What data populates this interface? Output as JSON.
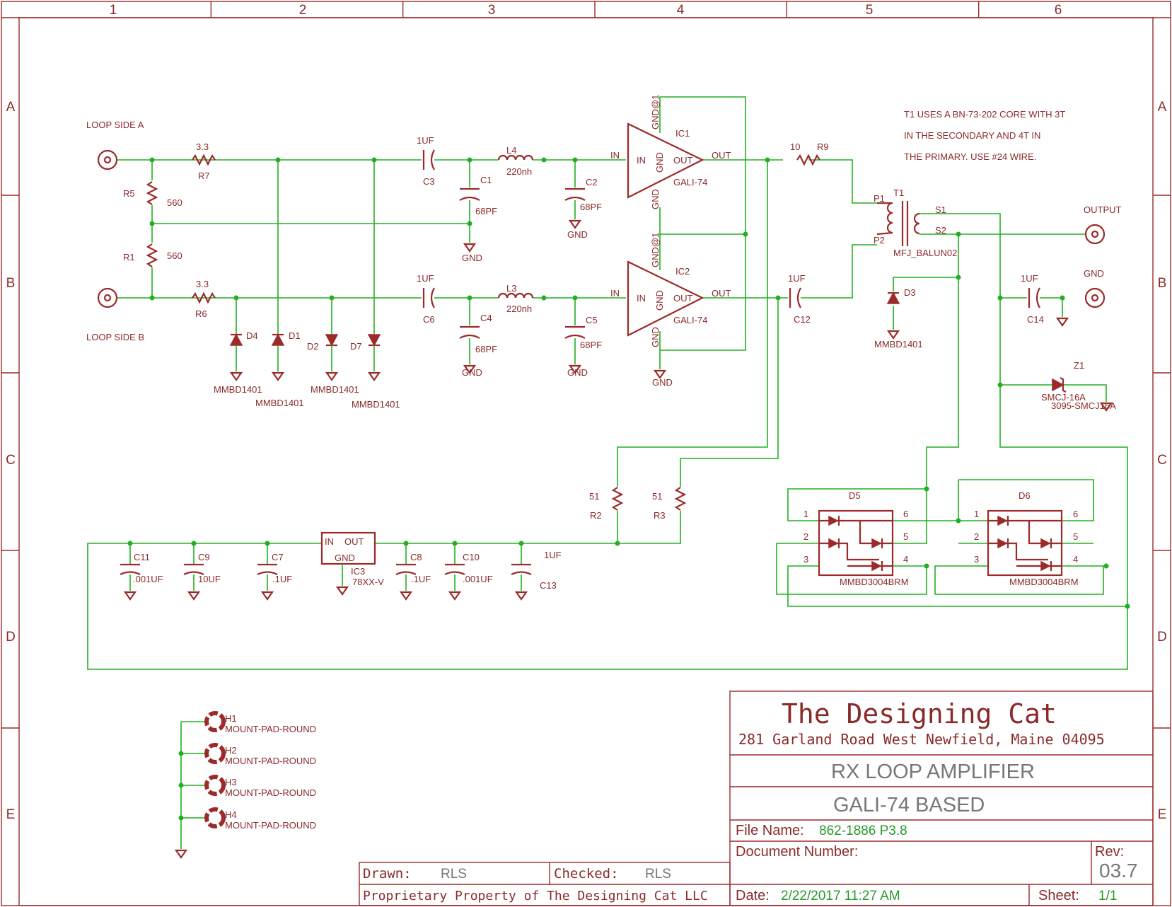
{
  "frame": {
    "columns": [
      "1",
      "2",
      "3",
      "4",
      "5",
      "6"
    ],
    "rows": [
      "A",
      "B",
      "C",
      "D",
      "E"
    ]
  },
  "labels": {
    "loop_side_a": "LOOP SIDE A",
    "loop_side_b": "LOOP SIDE B",
    "output": "OUTPUT",
    "gnd_conn": "GND",
    "note_line1": "T1 USES A BN-73-202 CORE WITH 3T",
    "note_line2": "IN THE SECONDARY AND 4T IN",
    "note_line3": "THE PRIMARY. USE #24 WIRE."
  },
  "components": {
    "R7": {
      "ref": "R7",
      "value": "3.3"
    },
    "R6": {
      "ref": "R6",
      "value": "3.3"
    },
    "R5": {
      "ref": "R5",
      "value": "560"
    },
    "R1": {
      "ref": "R1",
      "value": "560"
    },
    "R9": {
      "ref": "R9",
      "value": "10"
    },
    "R2": {
      "ref": "R2",
      "value": "51"
    },
    "R3": {
      "ref": "R3",
      "value": "51"
    },
    "C3": {
      "ref": "C3",
      "value": "1UF"
    },
    "C6": {
      "ref": "C6",
      "value": "1UF"
    },
    "C1": {
      "ref": "C1",
      "value": "68PF"
    },
    "C4": {
      "ref": "C4",
      "value": "68PF"
    },
    "C2": {
      "ref": "C2",
      "value": "68PF"
    },
    "C5": {
      "ref": "C5",
      "value": "68PF"
    },
    "C12": {
      "ref": "C12",
      "value": "1UF"
    },
    "C14": {
      "ref": "C14",
      "value": "1UF"
    },
    "C11": {
      "ref": "C11",
      "value": ".001UF"
    },
    "C9": {
      "ref": "C9",
      "value": "10UF"
    },
    "C7": {
      "ref": "C7",
      "value": ".1UF"
    },
    "C8": {
      "ref": "C8",
      "value": ".1UF"
    },
    "C10": {
      "ref": "C10",
      "value": ".001UF"
    },
    "C13": {
      "ref": "C13",
      "value": "1UF"
    },
    "L4": {
      "ref": "L4",
      "value": "220nh"
    },
    "L3": {
      "ref": "L3",
      "value": "220nh"
    },
    "IC1": {
      "ref": "IC1",
      "value": "GALI-74"
    },
    "IC2": {
      "ref": "IC2",
      "value": "GALI-74"
    },
    "IC3": {
      "ref": "IC3",
      "value": "78XX-V"
    },
    "T1": {
      "ref": "T1",
      "value": "MFJ_BALUN02"
    },
    "D1": {
      "ref": "D1",
      "value": "MMBD1401"
    },
    "D2": {
      "ref": "D2",
      "value": "MMBD1401"
    },
    "D3": {
      "ref": "D3",
      "value": "MMBD1401"
    },
    "D4": {
      "ref": "D4",
      "value": "MMBD1401"
    },
    "D7": {
      "ref": "D7",
      "value": "MMBD1401"
    },
    "D5": {
      "ref": "D5",
      "value": "MMBD3004BRM"
    },
    "D6": {
      "ref": "D6",
      "value": "MMBD3004BRM"
    },
    "Z1": {
      "ref": "Z1",
      "value": "SMCJ-16A",
      "sub": "3095-SMCJ16A"
    },
    "H1": {
      "ref": "H1",
      "value": "MOUNT-PAD-ROUND"
    },
    "H2": {
      "ref": "H2",
      "value": "MOUNT-PAD-ROUND"
    },
    "H3": {
      "ref": "H3",
      "value": "MOUNT-PAD-ROUND"
    },
    "H4": {
      "ref": "H4",
      "value": "MOUNT-PAD-ROUND"
    }
  },
  "pins": {
    "in": "IN",
    "out": "OUT",
    "gnd": "GND",
    "gnd1": "GND@1",
    "p1": "P1",
    "p2": "P2",
    "s1": "S1",
    "s2": "S2",
    "n1": "1",
    "n2": "2",
    "n3": "3",
    "n4": "4",
    "n5": "5",
    "n6": "6"
  },
  "titleblock": {
    "company": "The Designing Cat",
    "address": "281 Garland Road  West Newfield, Maine 04095",
    "title1": "RX LOOP AMPLIFIER",
    "title2": "GALI-74 BASED",
    "file_label": "File Name:",
    "file_value": "862-1886 P3.8",
    "docnum_label": "Document Number:",
    "rev_label": "Rev:",
    "rev_value": "03.7",
    "date_label": "Date:",
    "date_value": "2/22/2017 11:27 AM",
    "sheet_label": "Sheet:",
    "sheet_value": "1/1",
    "drawn_label": "Drawn:",
    "drawn_value": "RLS",
    "checked_label": "Checked:",
    "checked_value": "RLS",
    "proprietary": "Proprietary Property of The Designing Cat LLC"
  }
}
